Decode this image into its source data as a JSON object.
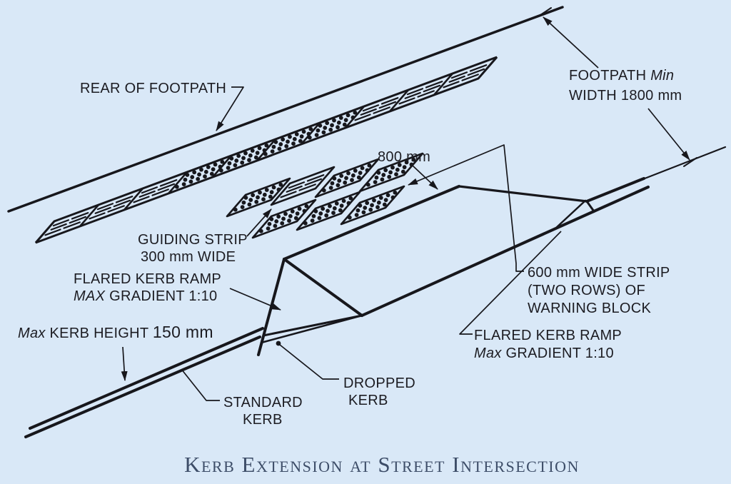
{
  "colors": {
    "background": "#d9e8f7",
    "line": "#17171c",
    "title": "#3d4d68"
  },
  "labels": {
    "rear": "REAR OF FOOTPATH",
    "footpath_line1_a": "FOOTPATH ",
    "footpath_line1_b": "Min",
    "footpath_line2": "WIDTH 1800 mm",
    "dim800": "800 mm",
    "guiding1": "GUIDING STRIP",
    "guiding2": "300 mm WIDE",
    "flared_left1": "FLARED KERB RAMP",
    "flared_left2_a": "MAX",
    "flared_left2_b": " GRADIENT 1:10",
    "kerb_height_a": "Max",
    "kerb_height_b": " KERB HEIGHT ",
    "kerb_height_c": "150 mm",
    "warning1": "600 mm WIDE STRIP",
    "warning2": "(TWO ROWS) OF",
    "warning3": "WARNING BLOCK",
    "flared_right1": "FLARED KERB  RAMP",
    "flared_right2_a": "Max",
    "flared_right2_b": " GRADIENT 1:10",
    "dropped1": "DROPPED",
    "dropped2": "KERB",
    "standard1": "STANDARD",
    "standard2": "KERB",
    "title": "Kerb Extension at Street Intersection"
  }
}
